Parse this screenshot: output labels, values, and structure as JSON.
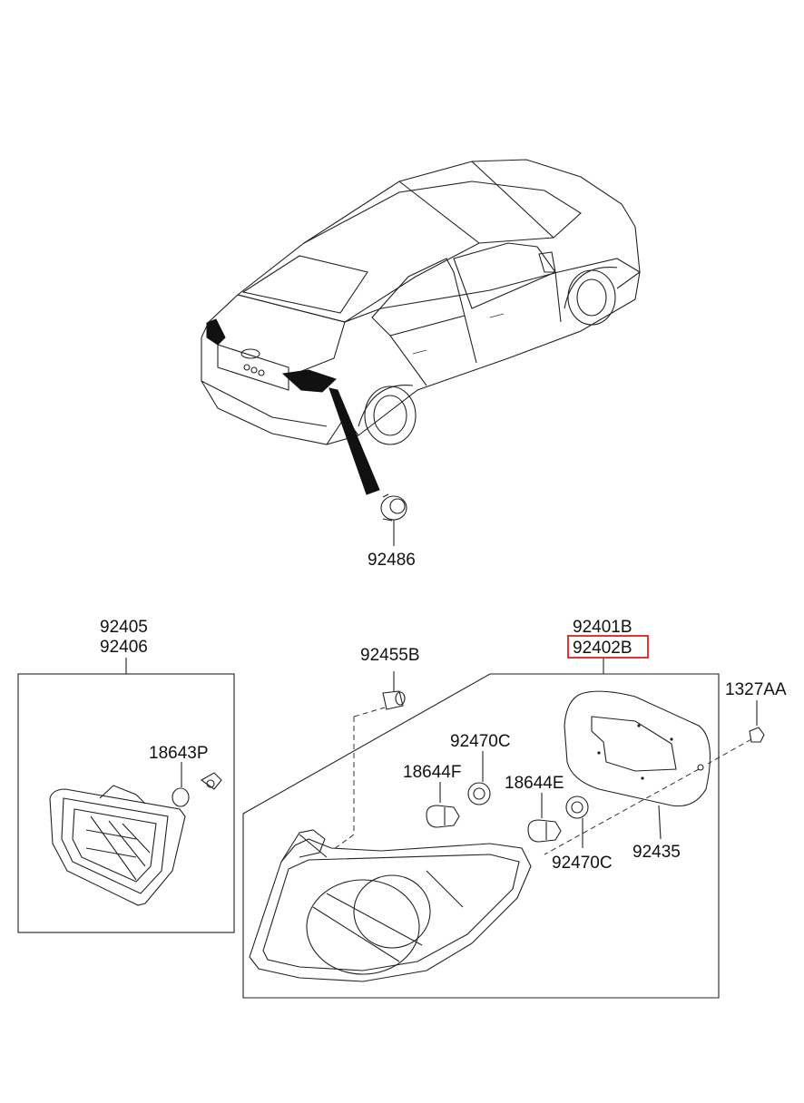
{
  "diagram": {
    "part_numbers": {
      "grommet": "92486",
      "inner_lamp_lh": "92405",
      "inner_lamp_rh": "92406",
      "inner_bulb": "18643P",
      "lamp_lh": "92401B",
      "lamp_rh": "92402B",
      "retainer": "92455B",
      "nut": "1327AA",
      "socket_upper": "92470C",
      "bulb_f": "18644F",
      "bulb_e": "18644E",
      "socket_lower": "92470C",
      "gasket": "92435"
    },
    "highlighted_part": "92402B",
    "highlight_color": "#e0201b"
  }
}
